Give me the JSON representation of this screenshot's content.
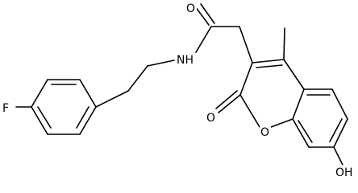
{
  "molecule": {
    "atoms": {
      "fluorine": "F",
      "amide_nitrogen": "NH",
      "carbonyl_oxygen": "O",
      "lactone_carbonyl_oxygen": "O",
      "ring_oxygen": "O",
      "hydroxyl": "OH"
    },
    "colors": {
      "bond": "#000000",
      "text": "#000000",
      "background": "#ffffff"
    }
  }
}
